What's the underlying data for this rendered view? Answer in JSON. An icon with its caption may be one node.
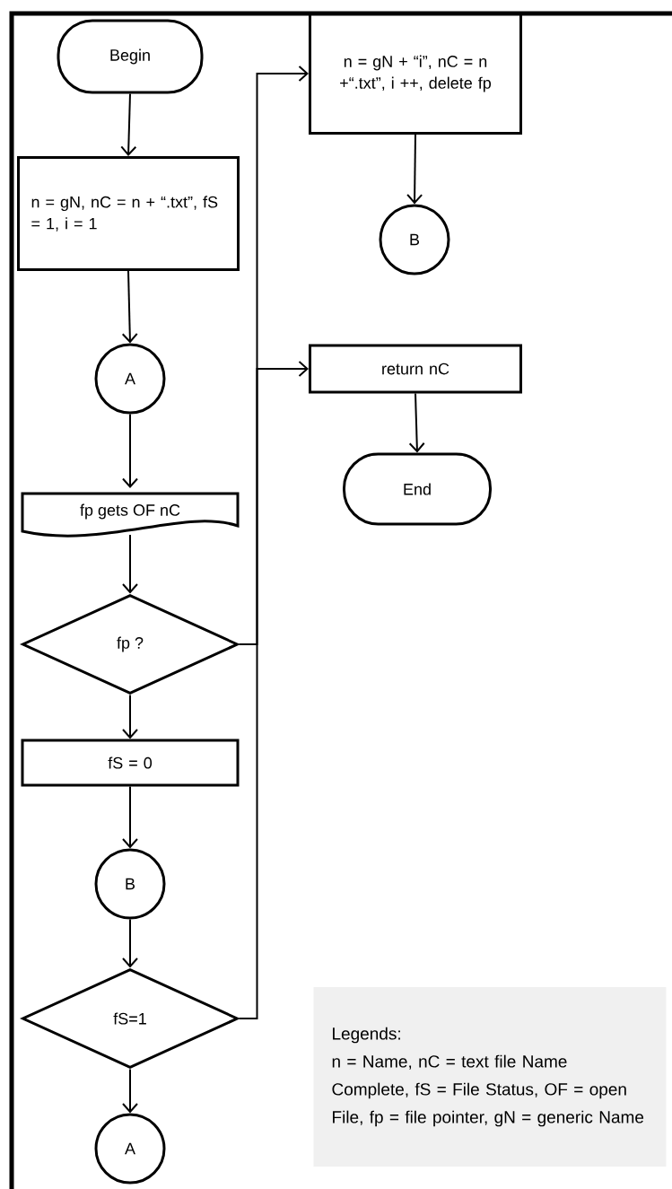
{
  "diagram": {
    "nodes": [
      {
        "text": [
          "Begin"
        ]
      },
      {
        "text": [
          "n = gN, nC = n + “.txt”, fS = 1, i = 1"
        ]
      },
      {
        "text": [
          "A"
        ]
      },
      {
        "text": [
          "fp gets OF nC"
        ]
      },
      {
        "text": [
          "fp ?"
        ]
      },
      {
        "text": [
          "fS = 0"
        ]
      },
      {
        "text": [
          "B"
        ]
      },
      {
        "text": [
          "fS=1"
        ]
      },
      {
        "text": [
          "A"
        ]
      },
      {
        "text": [
          "n = gN + “i”, nC = n +“.txt”, i ++, delete fp"
        ]
      },
      {
        "text": [
          "B"
        ]
      },
      {
        "text": [
          "return nC"
        ]
      },
      {
        "text": [
          "End"
        ]
      },
      {
        "text": [
          "Legends:",
          "n = Name, nC = text file Name Complete, fS = File Status, OF = open File, fp = file pointer, gN = generic Name"
        ]
      }
    ],
    "edges": [
      {
        "from": 0,
        "to": 1,
        "arrow": "to"
      },
      {
        "from": 1,
        "to": 2,
        "arrow": "to"
      },
      {
        "from": 2,
        "to": 3,
        "arrow": "to"
      },
      {
        "from": 3,
        "to": 4,
        "arrow": "to"
      },
      {
        "from": 4,
        "to": 9,
        "arrow": "to"
      },
      {
        "from": 4,
        "to": 5,
        "arrow": "to"
      },
      {
        "from": 5,
        "to": 6,
        "arrow": "to"
      },
      {
        "from": 6,
        "to": 7,
        "arrow": "to"
      },
      {
        "from": 7,
        "to": 11,
        "arrow": "to"
      },
      {
        "from": 7,
        "to": 8,
        "arrow": "to"
      },
      {
        "from": 9,
        "to": 10,
        "arrow": "to"
      },
      {
        "from": 11,
        "to": 12,
        "arrow": "to"
      }
    ]
  }
}
